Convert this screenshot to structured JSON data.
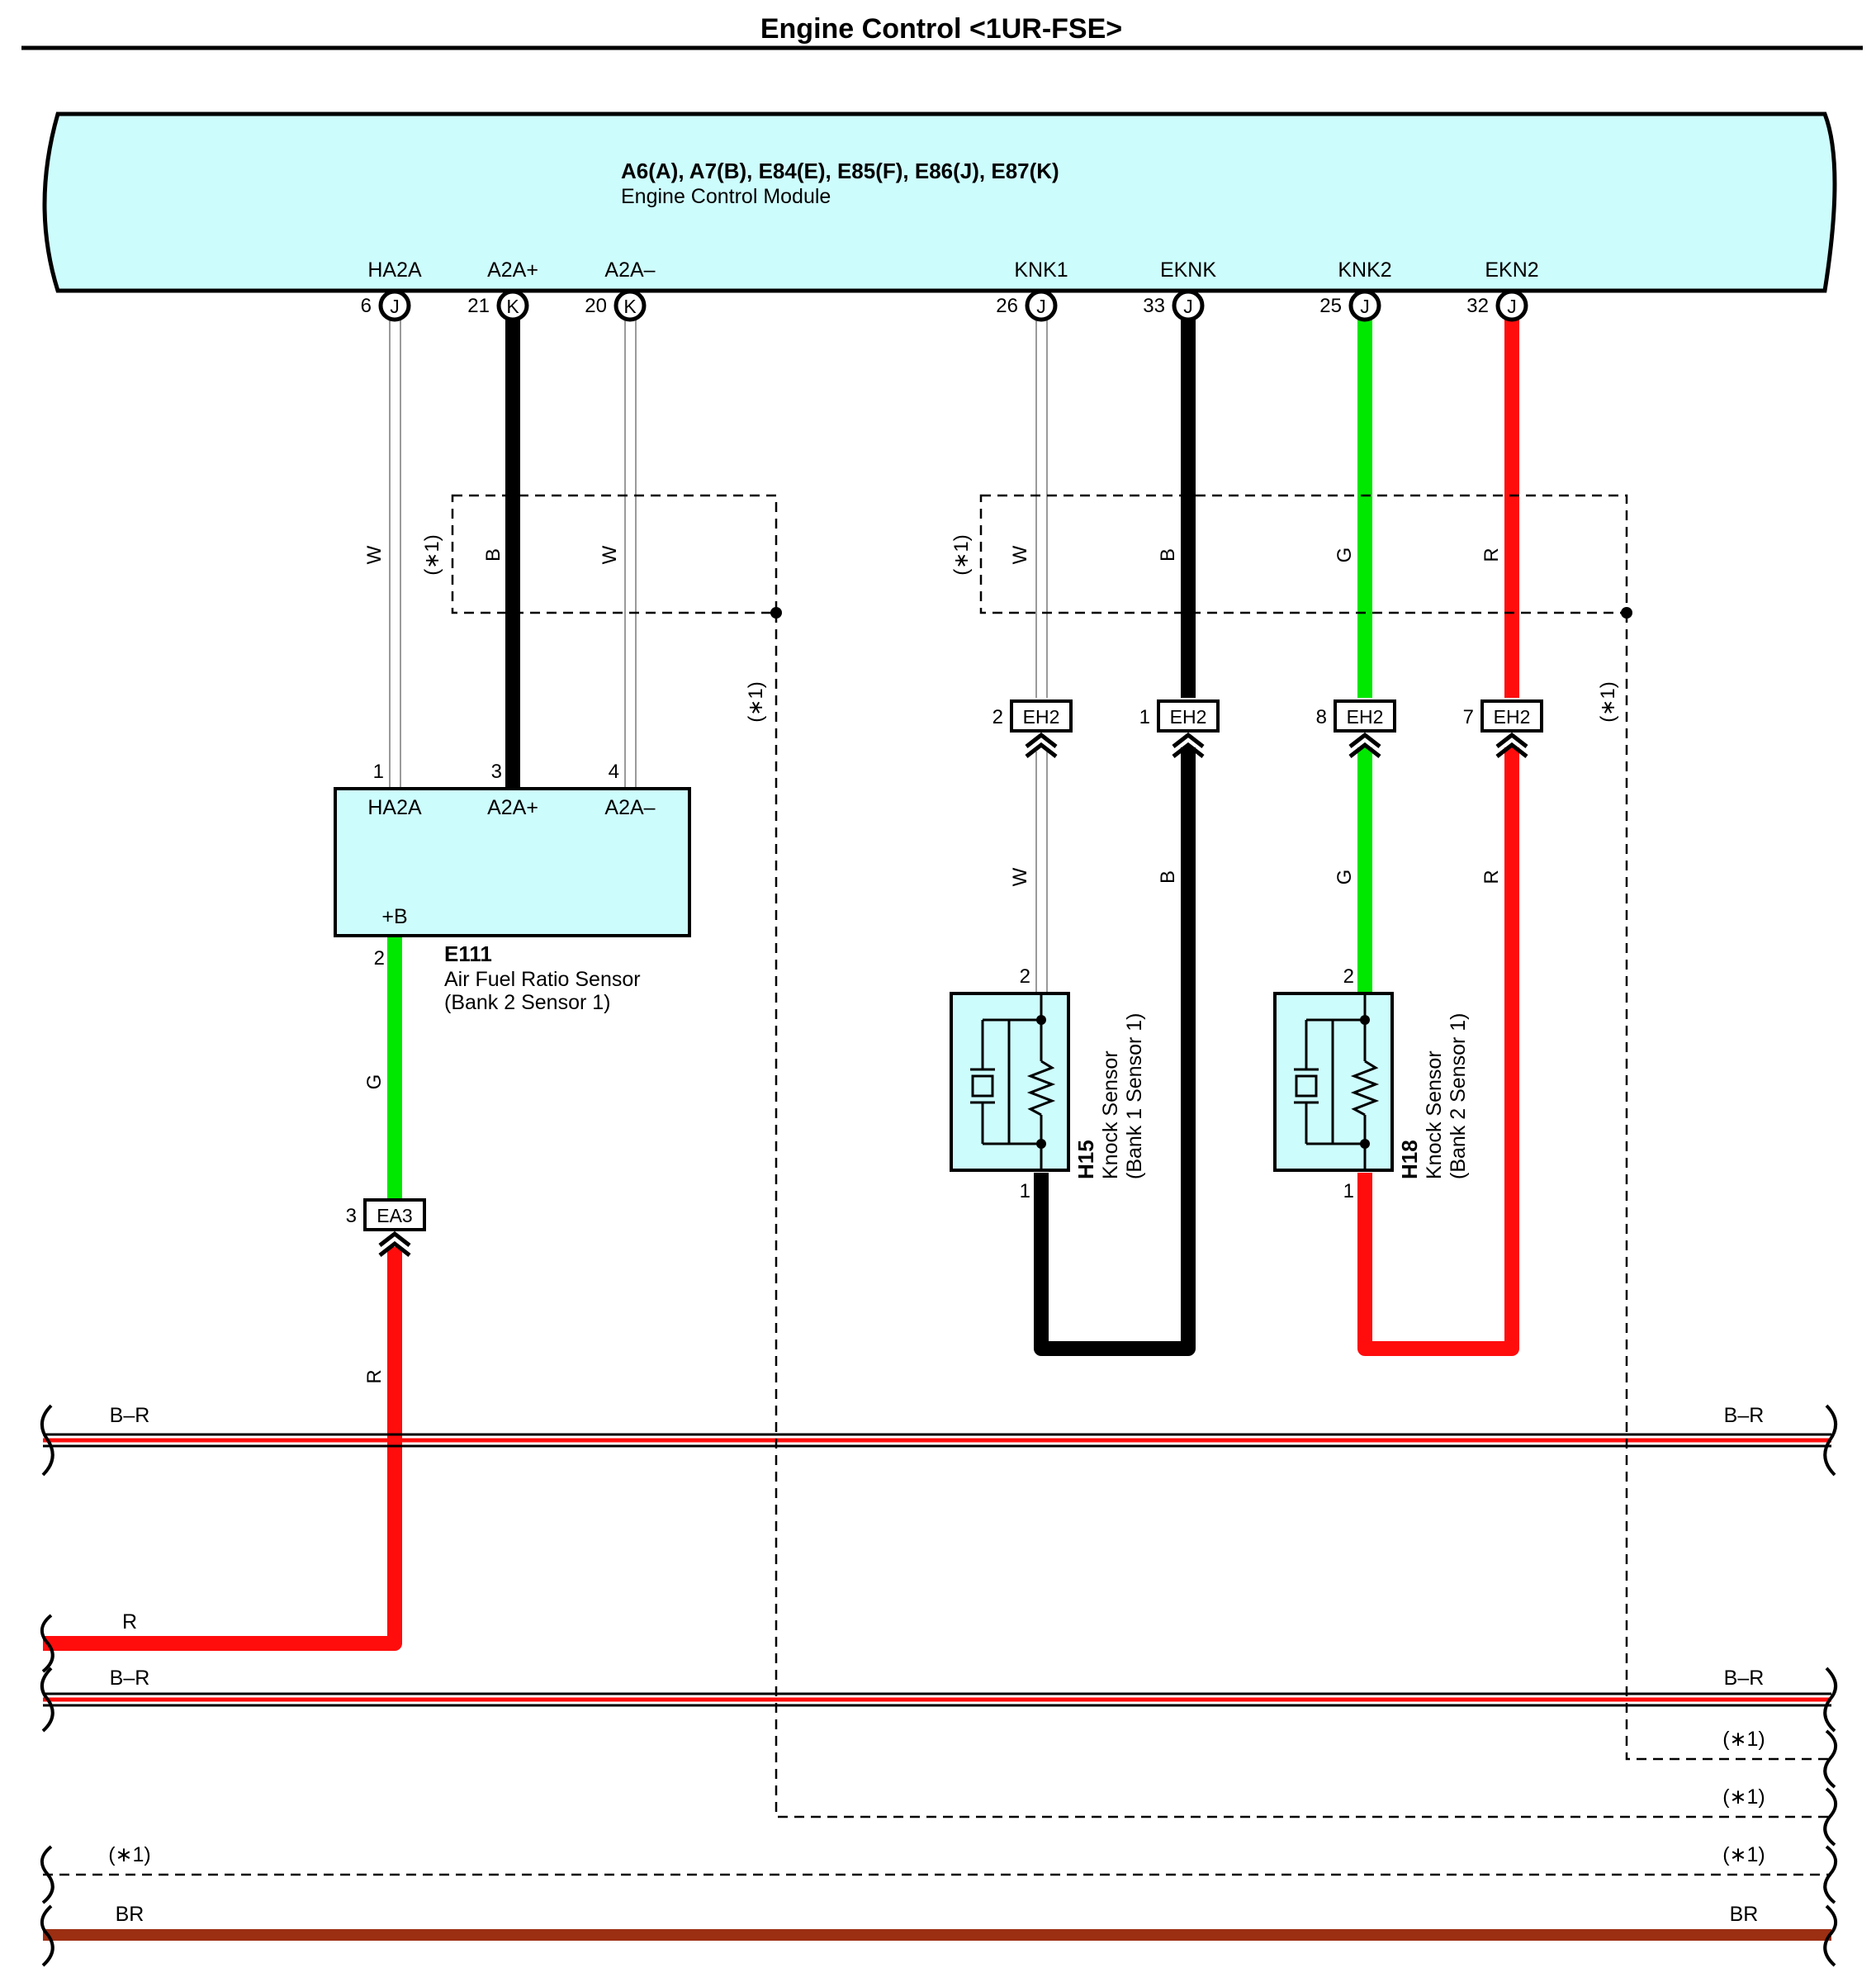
{
  "title": "Engine Control <1UR-FSE>",
  "colors": {
    "ecm_fill": "#cdfcfd",
    "sensor_fill": "#cdfcfd",
    "white_wire": "#9a9a9a",
    "black_wire": "#000000",
    "green_wire": "#00e800",
    "red_wire": "#ff0d0d",
    "brown_wire": "#9c2e12"
  },
  "ecm": {
    "connectors": "A6(A), A7(B), E84(E), E85(F), E86(J), E87(K)",
    "name": "Engine Control Module",
    "terminals": [
      {
        "name": "HA2A",
        "pin": "6",
        "conn": "J"
      },
      {
        "name": "A2A+",
        "pin": "21",
        "conn": "K"
      },
      {
        "name": "A2A–",
        "pin": "20",
        "conn": "K"
      },
      {
        "name": "KNK1",
        "pin": "26",
        "conn": "J"
      },
      {
        "name": "EKNK",
        "pin": "33",
        "conn": "J"
      },
      {
        "name": "KNK2",
        "pin": "25",
        "conn": "J"
      },
      {
        "name": "EKN2",
        "pin": "32",
        "conn": "J"
      }
    ]
  },
  "shield_note": "(∗1)",
  "wire_labels": {
    "w": "W",
    "b": "B",
    "g": "G",
    "r": "R",
    "br_red": "B–R",
    "brown": "BR"
  },
  "af_sensor": {
    "code": "E111",
    "name": "Air Fuel Ratio Sensor",
    "position": "(Bank 2 Sensor 1)",
    "terminals": [
      {
        "name": "HA2A",
        "pin": "1"
      },
      {
        "name": "A2A+",
        "pin": "3"
      },
      {
        "name": "A2A–",
        "pin": "4"
      },
      {
        "name": "+B",
        "pin": "2"
      }
    ]
  },
  "junctions": {
    "ea3": {
      "code": "EA3",
      "pin": "3"
    },
    "eh2": [
      {
        "code": "EH2",
        "pin": "2"
      },
      {
        "code": "EH2",
        "pin": "1"
      },
      {
        "code": "EH2",
        "pin": "8"
      },
      {
        "code": "EH2",
        "pin": "7"
      }
    ]
  },
  "knock1": {
    "code": "H15",
    "name": "Knock Sensor",
    "position": "(Bank 1 Sensor 1)",
    "pin_top": "2",
    "pin_bottom": "1"
  },
  "knock2": {
    "code": "H18",
    "name": "Knock Sensor",
    "position": "(Bank 2 Sensor 1)",
    "pin_top": "2",
    "pin_bottom": "1"
  }
}
